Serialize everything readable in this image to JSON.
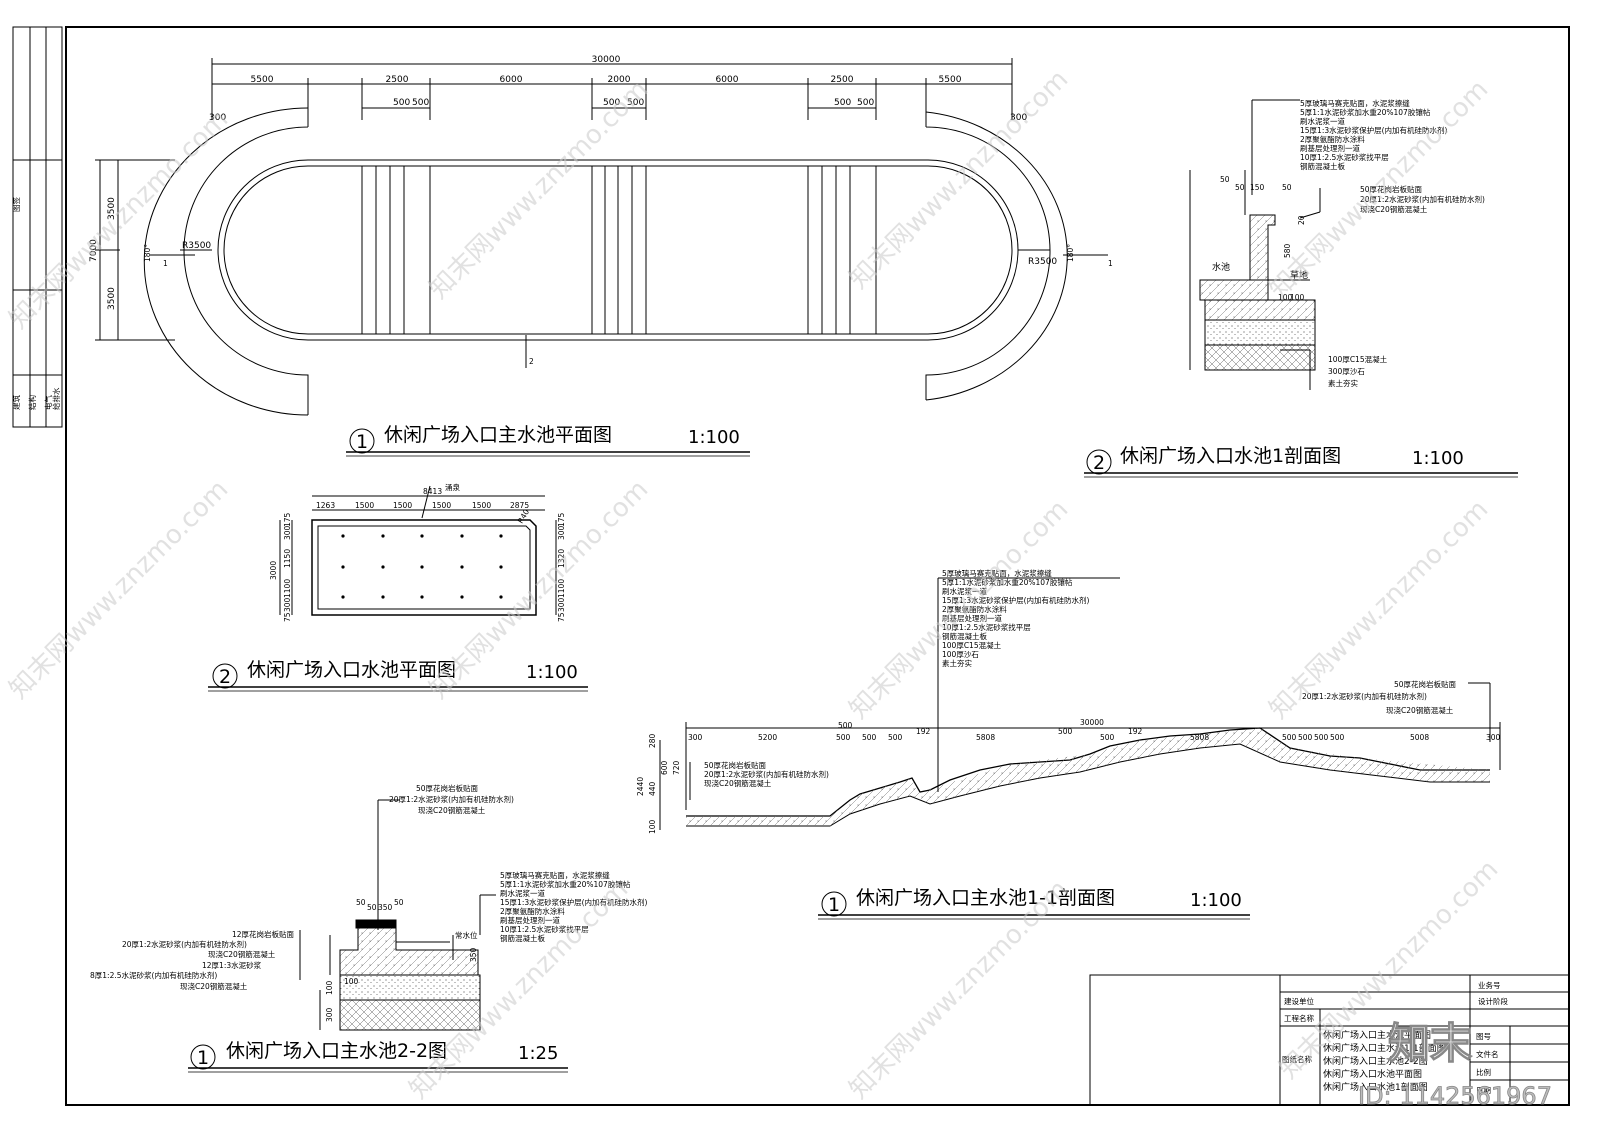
{
  "titles": {
    "t1": {
      "num": "1",
      "text": "休闲广场入口主水池平面图",
      "scale": "1:100"
    },
    "t2": {
      "num": "2",
      "text": "休闲广场入口水池1剖面图",
      "scale": "1:100"
    },
    "t3": {
      "num": "2",
      "text": "休闲广场入口水池平面图",
      "scale": "1:100"
    },
    "t4": {
      "num": "1",
      "text": "休闲广场入口主水池1-1剖面图",
      "scale": "1:100"
    },
    "t5": {
      "num": "1",
      "text": "休闲广场入口主水池2-2图",
      "scale": "1:25"
    }
  },
  "plan1": {
    "total": "30000",
    "segments": [
      "5500",
      "2500",
      "6000",
      "2000",
      "6000",
      "2500",
      "5500"
    ],
    "sub": [
      "500",
      "500",
      "500",
      "500",
      "500",
      "500"
    ],
    "edge": "300",
    "vert_total": "7000",
    "vert_half": "3500",
    "radius_l": "R3500",
    "radius_r": "R3500",
    "angle": "180°",
    "mark1": "1",
    "mark2": "2"
  },
  "section2": {
    "layers_top": [
      "5厚玻璃马赛克贴面，水泥浆擦缝",
      "5厚1:1水泥砂浆加水重20%107胶镶帖",
      "刷水泥浆一道",
      "15厚1:3水泥砂浆保护层(内加有机硅防水剂)",
      "2厚聚氨酯防水涂料",
      "刷基层处理剂一道",
      "10厚1:2.5水泥砂浆找平层",
      "钢筋混凝土板"
    ],
    "layers_right": [
      "50厚花岗岩板贴面",
      "20厚1:2水泥砂浆(内加有机硅防水剂)",
      "现浇C20钢筋混凝土"
    ],
    "layers_bottom": [
      "100厚C15混凝土",
      "300厚沙石",
      "素土夯实"
    ],
    "dims": [
      "50",
      "50",
      "150",
      "50",
      "20",
      "580",
      "100",
      "100"
    ],
    "labels": {
      "pool": "水池",
      "grass": "草地"
    }
  },
  "plan2": {
    "total": "8413",
    "spring": "涌泉",
    "top": [
      "1263",
      "1500",
      "1500",
      "1500",
      "1500",
      "2875"
    ],
    "left": [
      "175",
      "300",
      "1150",
      "1100",
      "300",
      "75"
    ],
    "left_total": "3000",
    "right": [
      "175",
      "300",
      "1320",
      "1100",
      "300",
      "75"
    ],
    "r": "R40"
  },
  "section11": {
    "layers": [
      "5厚玻璃马赛克贴面，水泥浆擦缝",
      "5厚1:1水泥砂浆加水重20%107胶镶帖",
      "刷水泥浆一道",
      "15厚1:3水泥砂浆保护层(内加有机硅防水剂)",
      "2厚聚氨酯防水涂料",
      "刷基层处理剂一道",
      "10厚1:2.5水泥砂浆找平层",
      "钢筋混凝土板",
      "100厚C15混凝土",
      "100厚沙石",
      "素土夯实"
    ],
    "layers_right": [
      "50厚花岗岩板贴面",
      "20厚1:2水泥砂浆(内加有机硅防水剂)",
      "现浇C20钢筋混凝土"
    ],
    "layers_left": [
      "50厚花岗岩板贴面",
      "20厚1:2水泥砂浆(内加有机硅防水剂)",
      "现浇C20钢筋混凝土"
    ],
    "total": "30000",
    "dims": [
      "300",
      "5200",
      "500",
      "500",
      "500",
      "500",
      "192",
      "5808",
      "500",
      "500",
      "192",
      "5808",
      "500",
      "500",
      "500",
      "500",
      "5008",
      "300"
    ],
    "vert": [
      "280",
      "2440",
      "440",
      "100",
      "600",
      "720"
    ]
  },
  "section22": {
    "layers_top": [
      "50厚花岗岩板贴面",
      "20厚1:2水泥砂浆(内加有机硅防水剂)",
      "现浇C20钢筋混凝土"
    ],
    "layers_right": [
      "5厚玻璃马赛克贴面，水泥浆擦缝",
      "5厚1:1水泥砂浆加水重20%107胶镶帖",
      "刷水泥浆一道",
      "15厚1:3水泥砂浆保护层(内加有机硅防水剂)",
      "2厚聚氨酯防水涂料",
      "刷基层处理剂一道",
      "10厚1:2.5水泥砂浆找平层",
      "钢筋混凝土板"
    ],
    "layers_left": [
      "12厚花岗岩板贴面",
      "20厚1:2水泥砂浆(内加有机硅防水剂)",
      "现浇C20钢筋混凝土",
      "12厚1:3水泥砂浆",
      "8厚1:2.5水泥砂浆(内加有机硅防水剂)",
      "现浇C20钢筋混凝土"
    ],
    "dims": [
      "50",
      "50",
      "350",
      "50",
      "350",
      "100",
      "300",
      "100"
    ],
    "water": "常水位"
  },
  "titleblock": {
    "row1": "业务号",
    "row2_l": "建设单位",
    "row2_r": "设计阶段",
    "row3_l": "工程名称",
    "row4_l": "图纸名称",
    "items": [
      "休闲广场入口主水池平面图",
      "休闲广场入口主水池1-1剖面图",
      "休闲广场入口主水池2-2图",
      "休闲广场入口水池平面图",
      "休闲广场入口水池1剖面图"
    ],
    "r1": "图号",
    "r2": "文件名",
    "r3": "比例",
    "r4": "日期"
  },
  "sidebar": {
    "l1": "图签",
    "l2": "建筑",
    "l3": "结构",
    "l4": "电气",
    "l5": "给排水"
  },
  "watermark": {
    "site": "知末网www.znzmo.com",
    "logo": "知末",
    "id": "ID: 1142561967"
  }
}
